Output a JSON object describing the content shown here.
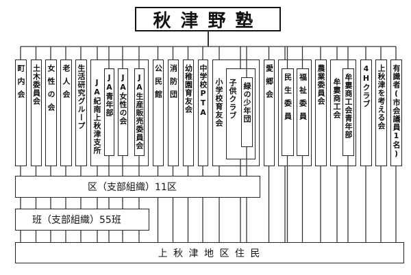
{
  "title": "秋津野塾",
  "organizations": {
    "chonaikai": "町内会",
    "doboku": "土木委員会",
    "josei": "女性の会",
    "rojin": "老人会",
    "seikatsu": "生活研究グループ",
    "ja": "JA紀南上秋津支所",
    "ja_seinen": "JA青年部",
    "ja_josei": "JA女性の会",
    "ja_seisan": "JA生産販売委員会",
    "kominkan": "公民館",
    "shobo": "消防団",
    "yochien": "幼稚園育友会",
    "chugaku": "中学校PTA",
    "shogakko": "小学校育友会",
    "kodomo": "子供クラブ",
    "midori": "緑の少年団",
    "aikyo": "愛郷会",
    "minsei": "民生委員",
    "fukushi": "福祉委員",
    "nogyo": "農業委員会",
    "muro": "牟婁商工会",
    "muro_seinen": "牟婁商工会青年部",
    "fourh": "4Hクラブ",
    "kangaeru": "上秋津を考える会",
    "yushiki": "有識者(市会議員1名)"
  },
  "ku_label": "区（支部組織）11区",
  "han_label": "班（支部組織）55班",
  "residents_label": "上 秋 津 地 区 住 民"
}
